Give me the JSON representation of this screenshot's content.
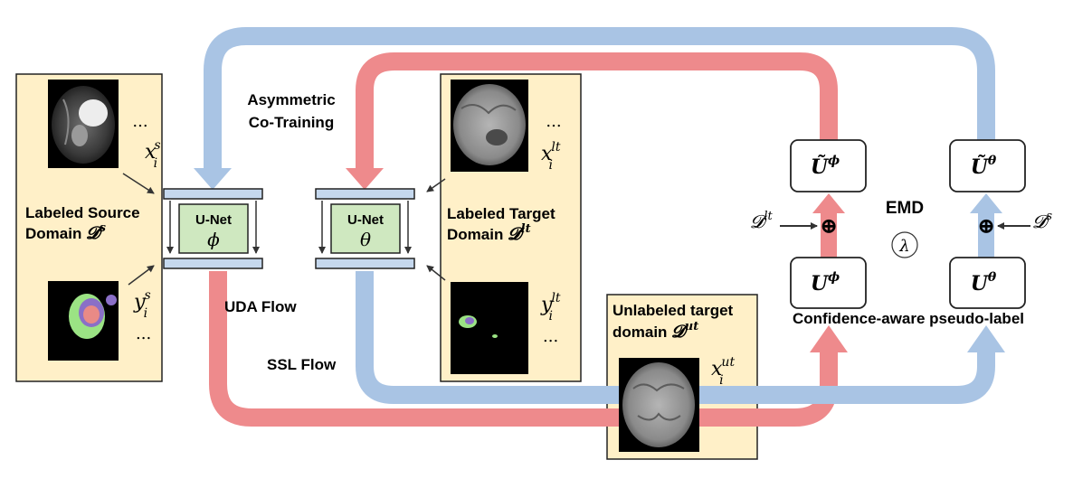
{
  "colors": {
    "blue_flow": "#a9c4e4",
    "red_flow": "#ee8a8c",
    "panel_fill": "#fff0c8",
    "unet_fill": "#cfe8c0",
    "bar_fill": "#c5d8ee",
    "box_stroke": "#222222"
  },
  "labels": {
    "asym_line1": "Asymmetric",
    "asym_line2": "Co-Training",
    "uda_flow": "UDA Flow",
    "ssl_flow": "SSL Flow",
    "emd": "EMD",
    "lambda": "λ",
    "confidence": "Confidence-aware pseudo-label"
  },
  "source_panel": {
    "title_line1": "Labeled Source",
    "title_line2": "Domain ",
    "domain_sym": "𝓓",
    "domain_sup": "s",
    "x_base": "x",
    "x_sup": "s",
    "x_sub": "i",
    "y_base": "y",
    "y_sup": "s",
    "y_sub": "i",
    "ellipsis_top": "...",
    "ellipsis_bottom": "..."
  },
  "target_panel": {
    "title_line1": "Labeled Target",
    "title_line2": "Domain ",
    "domain_sym": "𝓓",
    "domain_sup": "lt",
    "x_base": "x",
    "x_sup": "lt",
    "x_sub": "i",
    "y_base": "y",
    "y_sup": "lt",
    "y_sub": "i",
    "ellipsis_top": "...",
    "ellipsis_bottom": "..."
  },
  "unlabeled_panel": {
    "title_line1": "Unlabeled target",
    "title_line2": "domain ",
    "domain_sym": "𝓓",
    "domain_sup": "ut",
    "x_base": "x",
    "x_sup": "ut",
    "x_sub": "i"
  },
  "unet_phi": {
    "label": "U-Net",
    "param": "ϕ"
  },
  "unet_theta": {
    "label": "U-Net",
    "param": "θ"
  },
  "u_tilde_phi": {
    "base": "Ũ",
    "sup": "ϕ"
  },
  "u_tilde_theta": {
    "base": "Ũ",
    "sup": "θ"
  },
  "u_phi": {
    "base": "U",
    "sup": "ϕ"
  },
  "u_theta": {
    "base": "U",
    "sup": "θ"
  },
  "d_lt_input": {
    "base": "𝓓",
    "sup": "lt"
  },
  "d_s_input": {
    "base": "𝓓",
    "sup": "s"
  },
  "oplus": "⊕"
}
